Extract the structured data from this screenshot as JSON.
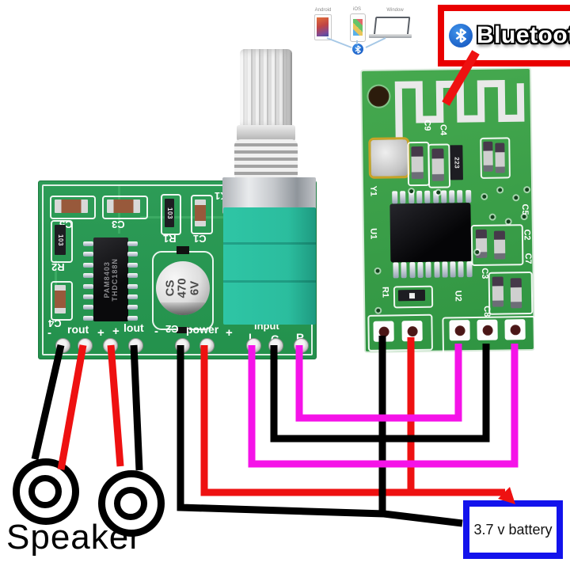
{
  "colors": {
    "wire_red": "#ee1111",
    "wire_black": "#000000",
    "wire_magenta": "#f513e8",
    "battery_border": "#1313ec",
    "callout_border": "#e90000",
    "amp_pcb_green": "#27964f",
    "bt_pcb_green": "#3aa24c",
    "pot_body_teal": "#2bbd9e"
  },
  "devices_figure": {
    "android_label": "Android",
    "ios_label": "iOS",
    "windows_label": "Window"
  },
  "bluetooth_callout": {
    "label": "Bluetooth"
  },
  "amp_board": {
    "refs": {
      "c5": "C5",
      "c3": "C3",
      "r2": "R2",
      "c4": "C4",
      "r1": "R1",
      "c1": "C1",
      "k1": "K1",
      "c2": "C2"
    },
    "chip_line1": "PAM8403",
    "chip_line2": "THDC188N",
    "resistor_code_r2": "103",
    "resistor_code_r1": "103",
    "cap_line1": "CS",
    "cap_line2": "470",
    "cap_line3": "6V",
    "pads": {
      "rout_minus": "-",
      "rout": "rout",
      "rout_plus": "+",
      "lout_plus": "+",
      "lout": "lout",
      "lout_minus": "-",
      "power": "power",
      "power_plus": "+",
      "input": "input",
      "in_l": "L",
      "in_g": "G",
      "in_r": "R"
    }
  },
  "bt_board": {
    "refs": {
      "c9": "C9",
      "c4": "C4",
      "y1": "Y1",
      "u1": "U1",
      "r1": "R1",
      "u2": "U2",
      "c3": "C3",
      "c8": "C8",
      "c5": "C5",
      "c2": "C2",
      "c7": "C7"
    },
    "resistor_code": "223"
  },
  "speaker": {
    "label": "Speaker"
  },
  "battery": {
    "label": "3.7 v battery"
  }
}
